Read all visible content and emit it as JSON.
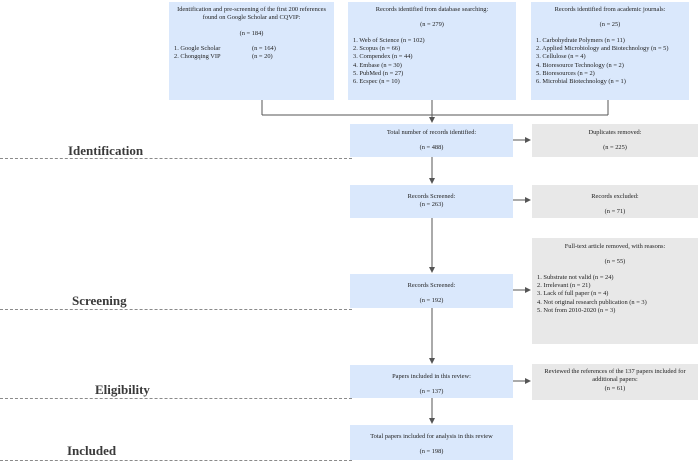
{
  "stages": [
    "Identification",
    "Screening",
    "Eligibility",
    "Included"
  ],
  "sources": {
    "scholar": {
      "title": "Identification and pre-screening of the first 200 references found on Google Scholar and CQVIP:",
      "count": "(n = 184)",
      "items": [
        {
          "name": "1. Google Scholar",
          "n": "(n = 164)"
        },
        {
          "name": "2. Chongqing VIP",
          "n": "(n = 20)"
        }
      ]
    },
    "databases": {
      "title": "Records identified from database searching:",
      "count": "(n = 279)",
      "items": [
        "1. Web of Science (n = 102)",
        "2. Scopus (n = 66)",
        "3. Compendex (n = 44)",
        "4. Embase (n = 30)",
        "5. PubMed (n = 27)",
        "6. Ecspec (n = 10)"
      ]
    },
    "journals": {
      "title": "Records identified from academic journals:",
      "count": "(n = 25)",
      "items": [
        "1. Carbohydrate Polymers (n = 11)",
        "2. Applied Microbiology and Biotechnology (n = 5)",
        "3. Cellulose (n = 4)",
        "4. Bioresource Technology (n = 2)",
        "5. Bioresources (n = 2)",
        "6. Microbial Biotechnology (n = 1)"
      ]
    }
  },
  "flow": {
    "total": {
      "label": "Total number of records identified:",
      "n": "(n = 488)"
    },
    "screened1": {
      "label": "Records Screened:",
      "n": "(n = 263)"
    },
    "screened2": {
      "label": "Records Screened:",
      "n": "(n = 192)"
    },
    "included": {
      "label": "Papers included in this review:",
      "n": "(n = 137)"
    },
    "final": {
      "label": "Total papers included for analysis in this review",
      "n": "(n = 198)"
    }
  },
  "side": {
    "duplicates": {
      "label": "Duplicates removed:",
      "n": "(n = 225)"
    },
    "excluded": {
      "label": "Records excluded:",
      "n": "(n = 71)"
    },
    "fulltext": {
      "label": "Full-text article removed, with reasons:",
      "n": "(n = 55)",
      "items": [
        "1. Substrate not valid (n = 24)",
        "2. Irrelevant (n = 21)",
        "3. Lack of full paper (n = 4)",
        "4. Not original research publication (n = 3)",
        "5. Not from 2010-2020 (n = 3)"
      ]
    },
    "references": {
      "label": "Reviewed the references of the 137 papers included for additional papers:",
      "n": "(n = 61)"
    }
  },
  "colors": {
    "flow_box": "#dae8fc",
    "side_box": "#e8e8e8",
    "arrow": "#555555"
  }
}
